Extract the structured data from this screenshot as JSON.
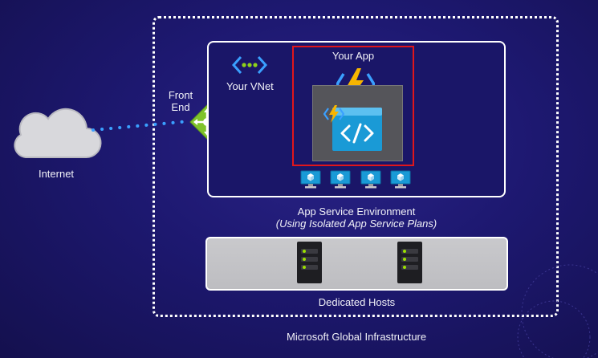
{
  "labels": {
    "internet": "Internet",
    "front_end": "Front\nEnd",
    "your_vnet": "Your VNet",
    "your_app": "Your App",
    "ase_title": "App Service Environment",
    "ase_subtitle": "(Using Isolated App Service Plans)",
    "dedicated_hosts": "Dedicated Hosts",
    "global_infra": "Microsoft Global Infrastructure"
  },
  "icons": {
    "cloud": "cloud-icon",
    "front_end": "load-balancer-icon",
    "vnet": "vnet-icon",
    "functions": "azure-functions-icon",
    "code_window": "code-window-icon",
    "vm": "virtual-machine-icon",
    "server": "server-rack-icon"
  },
  "colors": {
    "background": "#1d1870",
    "app_highlight": "#e0161b",
    "vnet_dots": "#8fd11a",
    "connector_dots": "#3aa0ff",
    "bolt": "#f7b500",
    "vm_screen": "#1a9ad6"
  },
  "vm_count": 4,
  "server_count": 2
}
